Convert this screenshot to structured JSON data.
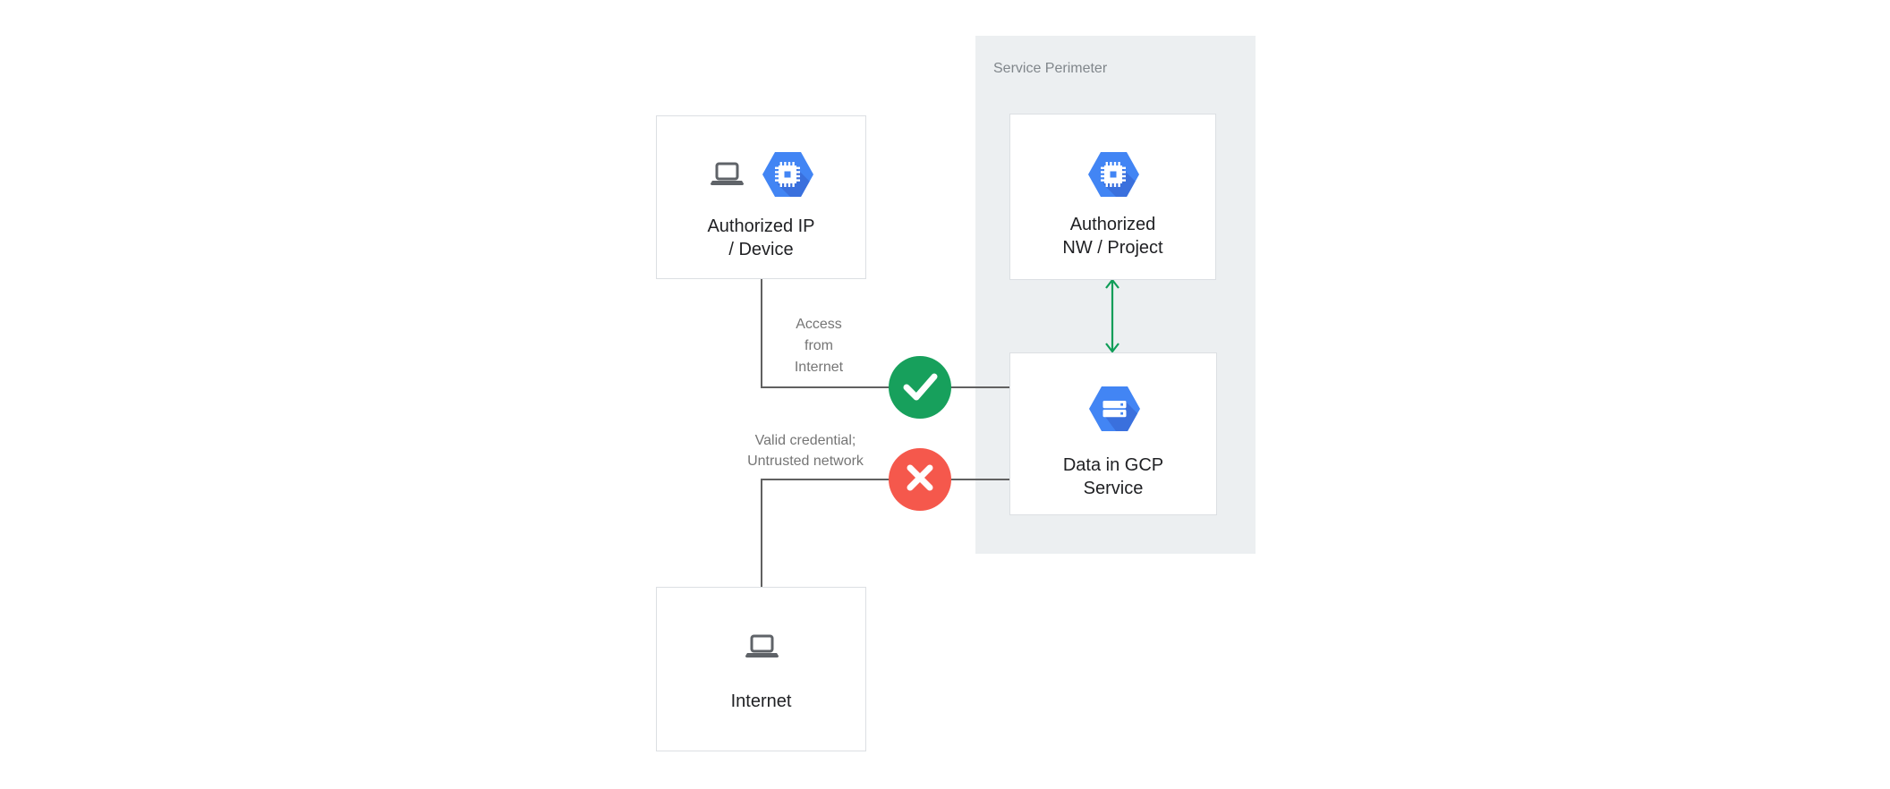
{
  "diagram": {
    "perimeter": {
      "label": "Service Perimeter",
      "background": "#eceff1"
    },
    "colors": {
      "node_border": "#dcdfe3",
      "node_text": "#202124",
      "edge_line": "#616161",
      "edge_label_text": "#757575",
      "perimeter_label_text": "#80868b",
      "allowed_green": "#17a05c",
      "denied_red": "#f5584c",
      "gcp_hexagon_blue": "#4285f4",
      "gcp_hexagon_shadow": "#3a70dd",
      "laptop_gray": "#5f6368",
      "bidir_arrow_green": "#0f9d58"
    },
    "nodes": [
      {
        "id": "auth-ip",
        "label": "Authorized IP\n/ Device",
        "icons": [
          "laptop-icon",
          "compute-engine-icon"
        ],
        "inside_perimeter": false
      },
      {
        "id": "auth-nw",
        "label": "Authorized\nNW / Project",
        "icons": [
          "compute-engine-icon"
        ],
        "inside_perimeter": true
      },
      {
        "id": "data-gcp",
        "label": "Data in GCP\nService",
        "icons": [
          "cloud-storage-icon"
        ],
        "inside_perimeter": true
      },
      {
        "id": "internet",
        "label": "Internet",
        "icons": [
          "laptop-icon"
        ],
        "inside_perimeter": false
      }
    ],
    "edges": [
      {
        "from": "auth-ip",
        "to": "data-gcp",
        "label": "Access\nfrom\nInternet",
        "status": "allowed",
        "status_icon": "check-icon"
      },
      {
        "from": "internet",
        "to": "data-gcp",
        "label": "Valid credential;\nUntrusted network",
        "status": "denied",
        "status_icon": "cross-icon"
      },
      {
        "from": "auth-nw",
        "to": "data-gcp",
        "label": "",
        "status": "bidirectional",
        "status_icon": "double-arrow-icon"
      }
    ]
  }
}
